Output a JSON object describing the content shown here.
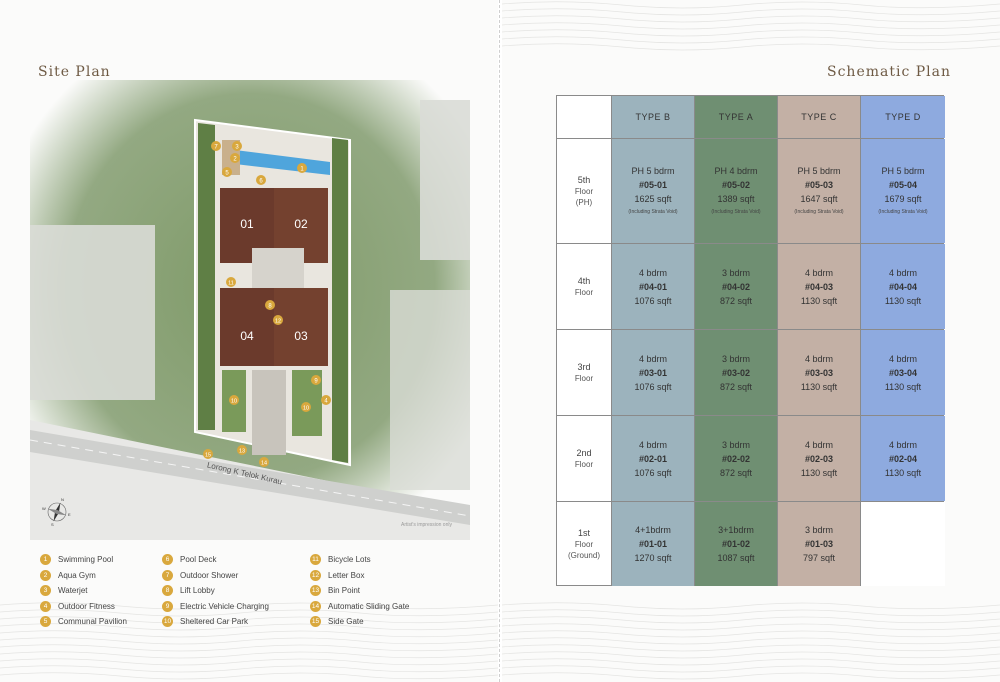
{
  "site_plan": {
    "title": "Site Plan",
    "road_name": "Lorong K Telok Kurau",
    "credit": "Artist's impression only",
    "blocks": [
      "01",
      "02",
      "04",
      "03"
    ],
    "markers": [
      "1",
      "2",
      "3",
      "4",
      "5",
      "6",
      "7",
      "8",
      "9",
      "10",
      "10",
      "11",
      "12",
      "13",
      "14",
      "15"
    ],
    "compass": [
      "N",
      "S",
      "E",
      "W"
    ],
    "legend": [
      {
        "num": "1",
        "label": "Swimming Pool"
      },
      {
        "num": "2",
        "label": "Aqua Gym"
      },
      {
        "num": "3",
        "label": "Waterjet"
      },
      {
        "num": "4",
        "label": "Outdoor Fitness"
      },
      {
        "num": "5",
        "label": "Communal Pavilion"
      },
      {
        "num": "6",
        "label": "Pool Deck"
      },
      {
        "num": "7",
        "label": "Outdoor Shower"
      },
      {
        "num": "8",
        "label": "Lift Lobby"
      },
      {
        "num": "9",
        "label": "Electric Vehicle Charging"
      },
      {
        "num": "10",
        "label": "Sheltered Car Park"
      },
      {
        "num": "11",
        "label": "Bicycle Lots"
      },
      {
        "num": "12",
        "label": "Letter Box"
      },
      {
        "num": "13",
        "label": "Bin Point"
      },
      {
        "num": "14",
        "label": "Automatic Sliding Gate"
      },
      {
        "num": "15",
        "label": "Side Gate"
      }
    ],
    "colors": {
      "marker": "#d9a83d",
      "roof": "#6b3a2c",
      "grass": "#7f9a68"
    }
  },
  "schematic": {
    "title": "Schematic Plan",
    "types": [
      "TYPE B",
      "TYPE A",
      "TYPE C",
      "TYPE D"
    ],
    "colors": {
      "type_b": "#9cb3bd",
      "type_a": "#6f8f72",
      "type_c": "#c3b0a5",
      "type_d": "#8eaadf"
    },
    "floors": [
      {
        "floor": [
          "5th",
          "Floor",
          "(PH)"
        ],
        "units": [
          {
            "bed": "PH 5 bdrm",
            "unit": "#05-01",
            "area": "1625 sqft",
            "note": "(Including Strata Void)"
          },
          {
            "bed": "PH 4 bdrm",
            "unit": "#05-02",
            "area": "1389 sqft",
            "note": "(Including Strata Void)"
          },
          {
            "bed": "PH 5 bdrm",
            "unit": "#05-03",
            "area": "1647 sqft",
            "note": "(Including Strata Void)"
          },
          {
            "bed": "PH 5 bdrm",
            "unit": "#05-04",
            "area": "1679 sqft",
            "note": "(Including Strata Void)"
          }
        ]
      },
      {
        "floor": [
          "4th",
          "Floor"
        ],
        "units": [
          {
            "bed": "4 bdrm",
            "unit": "#04-01",
            "area": "1076 sqft"
          },
          {
            "bed": "3 bdrm",
            "unit": "#04-02",
            "area": "872 sqft"
          },
          {
            "bed": "4 bdrm",
            "unit": "#04-03",
            "area": "1130 sqft"
          },
          {
            "bed": "4 bdrm",
            "unit": "#04-04",
            "area": "1130 sqft"
          }
        ]
      },
      {
        "floor": [
          "3rd",
          "Floor"
        ],
        "units": [
          {
            "bed": "4 bdrm",
            "unit": "#03-01",
            "area": "1076 sqft"
          },
          {
            "bed": "3 bdrm",
            "unit": "#03-02",
            "area": "872 sqft"
          },
          {
            "bed": "4 bdrm",
            "unit": "#03-03",
            "area": "1130 sqft"
          },
          {
            "bed": "4 bdrm",
            "unit": "#03-04",
            "area": "1130 sqft"
          }
        ]
      },
      {
        "floor": [
          "2nd",
          "Floor"
        ],
        "units": [
          {
            "bed": "4 bdrm",
            "unit": "#02-01",
            "area": "1076 sqft"
          },
          {
            "bed": "3 bdrm",
            "unit": "#02-02",
            "area": "872 sqft"
          },
          {
            "bed": "4 bdrm",
            "unit": "#02-03",
            "area": "1130 sqft"
          },
          {
            "bed": "4 bdrm",
            "unit": "#02-04",
            "area": "1130 sqft"
          }
        ]
      },
      {
        "floor": [
          "1st",
          "Floor",
          "(Ground)"
        ],
        "units": [
          {
            "bed": "4+1bdrm",
            "unit": "#01-01",
            "area": "1270 sqft"
          },
          {
            "bed": "3+1bdrm",
            "unit": "#01-02",
            "area": "1087 sqft"
          },
          {
            "bed": "3 bdrm",
            "unit": "#01-03",
            "area": "797 sqft"
          }
        ]
      }
    ]
  }
}
